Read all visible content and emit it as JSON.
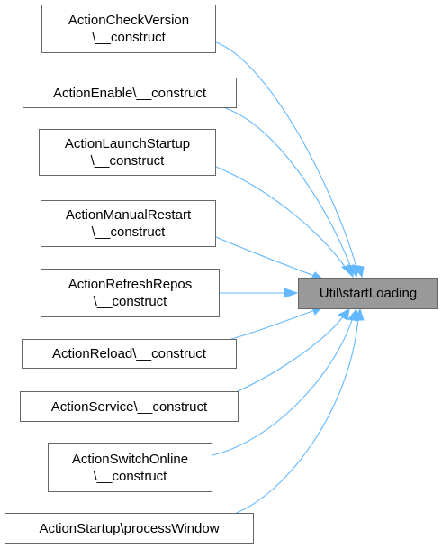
{
  "graph": {
    "target": {
      "id": "util-start-loading",
      "label": "Util\\startLoading"
    },
    "callers": [
      {
        "id": "action-check-version",
        "lines": [
          "ActionCheckVersion",
          "\\__construct"
        ]
      },
      {
        "id": "action-enable",
        "lines": [
          "ActionEnable\\__construct"
        ]
      },
      {
        "id": "action-launch-startup",
        "lines": [
          "ActionLaunchStartup",
          "\\__construct"
        ]
      },
      {
        "id": "action-manual-restart",
        "lines": [
          "ActionManualRestart",
          "\\__construct"
        ]
      },
      {
        "id": "action-refresh-repos",
        "lines": [
          "ActionRefreshRepos",
          "\\__construct"
        ]
      },
      {
        "id": "action-reload",
        "lines": [
          "ActionReload\\__construct"
        ]
      },
      {
        "id": "action-service",
        "lines": [
          "ActionService\\__construct"
        ]
      },
      {
        "id": "action-switch-online",
        "lines": [
          "ActionSwitchOnline",
          "\\__construct"
        ]
      },
      {
        "id": "action-startup-process-window",
        "lines": [
          "ActionStartup\\processWindow"
        ]
      }
    ],
    "colors": {
      "edge": "#63b8ff",
      "node_border": "#666666",
      "target_fill": "#999999"
    }
  }
}
